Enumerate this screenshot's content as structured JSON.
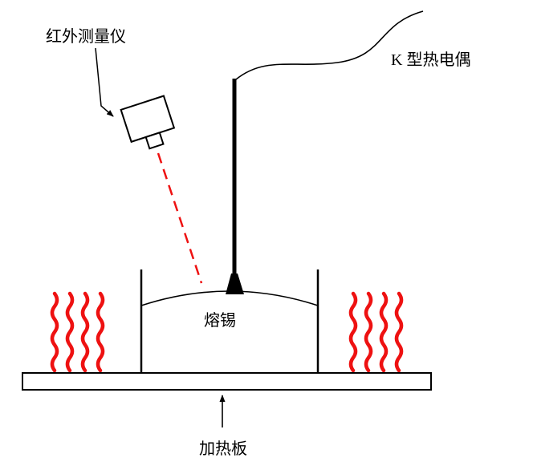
{
  "diagram": {
    "labels": {
      "infrared_meter": "红外测量仪",
      "thermocouple": "K 型热电偶",
      "molten_solder": "熔锡",
      "heating_plate": "加热板"
    },
    "colors": {
      "red": "#ee1111",
      "black": "#000000",
      "background": "#ffffff"
    },
    "parts": {
      "camera": "infrared-camera-icon",
      "beam": "infrared-beam-dashed-line",
      "probe": "thermocouple-probe-rod",
      "probe_tip": "thermocouple-tip-cone",
      "wire": "thermocouple-lead-wire",
      "container_walls": "solder-container-walls",
      "surface": "molten-solder-surface-arc",
      "heat_waves": "heat-wave-lines",
      "plate": "heating-plate-slab",
      "pointer": "heating-plate-pointer-arrow"
    }
  }
}
